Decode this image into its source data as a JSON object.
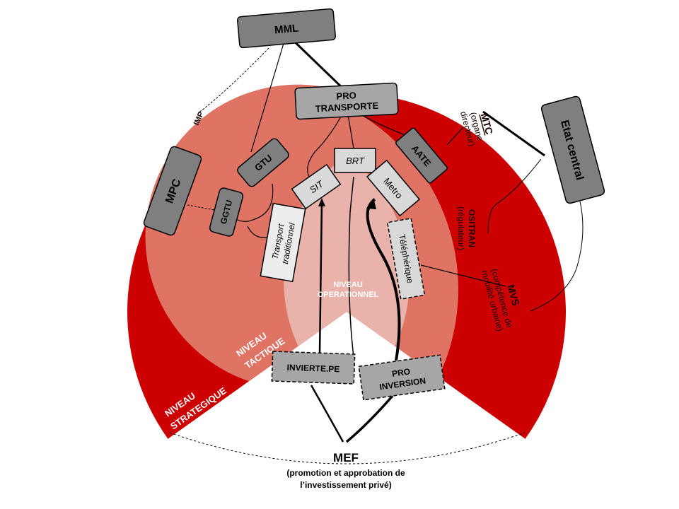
{
  "levels": {
    "strategic": [
      "NIVEAU",
      "STRATEGIQUE"
    ],
    "tactical": [
      "NIVEAU",
      "TACTIQUE"
    ],
    "operational": [
      "NIVEAU",
      "OPERATIONNEL"
    ]
  },
  "nodes": {
    "mml": "MML",
    "pro_transporte": [
      "PRO",
      "TRANSPORTE"
    ],
    "imp": "IMP",
    "mpc": "MPC",
    "gtu": "GTU",
    "ggtu": "GGTU",
    "mtc": [
      "MTC",
      "(organe",
      "directeur)"
    ],
    "aate": "AATE",
    "etat_central": "Etat central",
    "brt": "BRT",
    "sit": "SIT",
    "metro": "Metro",
    "transport_traditionnel": [
      "Transport",
      "traditionnel"
    ],
    "ositran": [
      "OSITRAN",
      "(régulateur)"
    ],
    "teleferique": "Téléphérique",
    "mvs": [
      "MVS",
      "(compétence de",
      "mobilité urbaine)"
    ],
    "invierte": "INVIERTE.PE",
    "pro_inversion": [
      "PRO",
      "INVERSION"
    ],
    "mef": "MEF",
    "mef_desc": [
      "(promotion et approbation de",
      "l’investissement privé)"
    ]
  },
  "colors": {
    "strategic_red": "#cc0000",
    "tactical_salmon": "#df7465",
    "operational_pink": "#e9b3ac",
    "box_dark": "#7f7f7f",
    "box_mid": "#a6a6a6",
    "box_light": "#d9d9d9"
  }
}
